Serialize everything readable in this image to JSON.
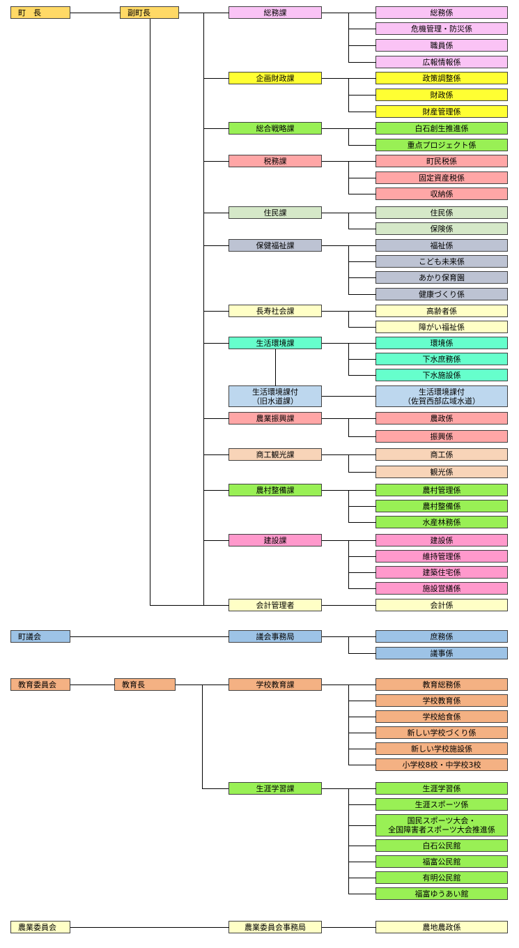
{
  "colors": {
    "yellow_orange": "#FFD966",
    "pink": "#FAC3F5",
    "yellow": "#FFFF33",
    "green": "#99F055",
    "salmon": "#FFA6A6",
    "sage": "#D5E8C8",
    "slate": "#BDC3D3",
    "cream": "#FFFFC6",
    "aqua": "#66FFCC",
    "light_blue": "#BDD7EE",
    "peach": "#F8D4B8",
    "hot_pink": "#FF99CC",
    "steel_blue": "#9DC3E6",
    "orange": "#F4B183"
  },
  "executive": {
    "mayor": "町　長",
    "deputy_mayor": "副町長"
  },
  "departments": [
    {
      "name": "総務課",
      "color": "pink",
      "sections": [
        "総務係",
        "危機管理・防災係",
        "職員係",
        "広報情報係"
      ]
    },
    {
      "name": "企画財政課",
      "color": "yellow",
      "sections": [
        "政策調整係",
        "財政係",
        "財産管理係"
      ]
    },
    {
      "name": "総合戦略課",
      "color": "green",
      "sections": [
        "白石創生推進係",
        "重点プロジェクト係"
      ]
    },
    {
      "name": "税務課",
      "color": "salmon",
      "sections": [
        "町民税係",
        "固定資産税係",
        "収納係"
      ]
    },
    {
      "name": "住民課",
      "color": "sage",
      "sections": [
        "住民係",
        "保険係"
      ]
    },
    {
      "name": "保健福祉課",
      "color": "slate",
      "sections": [
        "福祉係",
        "こども未来係",
        "あかり保育園",
        "健康づくり係"
      ]
    },
    {
      "name": "長寿社会課",
      "color": "cream",
      "sections": [
        "高齢者係",
        "障がい福祉係"
      ]
    },
    {
      "name": "生活環境課",
      "color": "aqua",
      "sections": [
        "環境係",
        "下水庶務係",
        "下水施設係"
      ]
    },
    {
      "name": "生活環境課付\n（旧水道課）",
      "color": "light_blue",
      "sections": [
        "生活環境課付\n（佐賀西部広域水道）"
      ]
    },
    {
      "name": "農業振興課",
      "color": "salmon",
      "sections": [
        "農政係",
        "振興係"
      ]
    },
    {
      "name": "商工観光課",
      "color": "peach",
      "sections": [
        "商工係",
        "観光係"
      ]
    },
    {
      "name": "農村整備課",
      "color": "green",
      "sections": [
        "農村管理係",
        "農村整備係",
        "水産林務係"
      ]
    },
    {
      "name": "建設課",
      "color": "hot_pink",
      "sections": [
        "建設係",
        "維持管理係",
        "建築住宅係",
        "施設営繕係"
      ]
    },
    {
      "name": "会計管理者",
      "color": "cream",
      "sections": [
        "会計係"
      ]
    }
  ],
  "council": {
    "name": "町議会",
    "office": "議会事務局",
    "sections": [
      "庶務係",
      "議事係"
    ]
  },
  "education": {
    "board": "教育委員会",
    "superintendent": "教育長",
    "divisions": [
      {
        "name": "学校教育課",
        "sections": [
          "教育総務係",
          "学校教育係",
          "学校給食係",
          "新しい学校づくり係",
          "新しい学校施設係",
          "小学校8校・中学校3校"
        ]
      },
      {
        "name": "生涯学習課",
        "sections": [
          "生涯学習係",
          "生涯スポーツ係",
          "国民スポーツ大会・\n全国障害者スポーツ大会推進係",
          "白石公民館",
          "福富公民館",
          "有明公民館",
          "福富ゆうあい館"
        ]
      }
    ]
  },
  "agriculture": {
    "name": "農業委員会",
    "office": "農業委員会事務局",
    "sections": [
      "農地農政係"
    ]
  }
}
